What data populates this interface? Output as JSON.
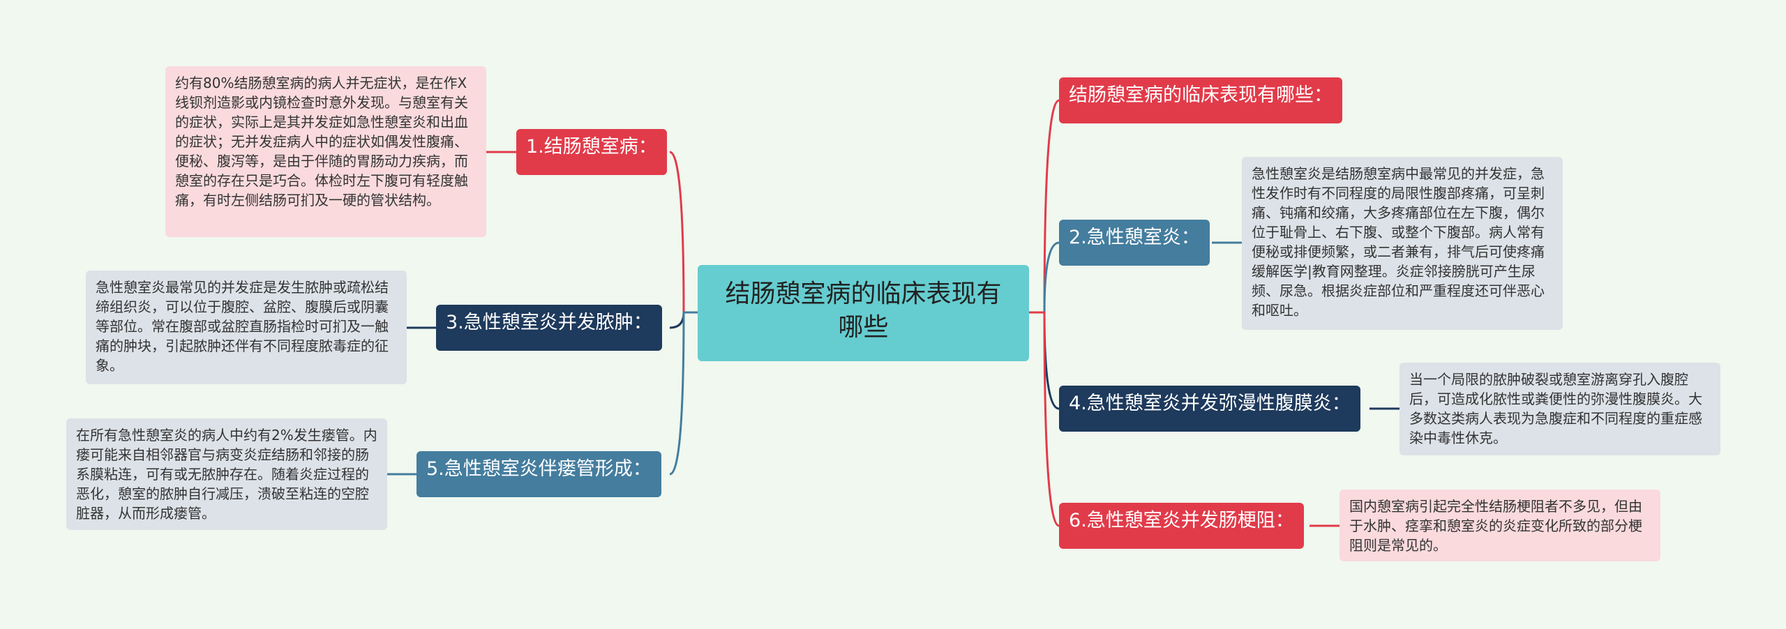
{
  "center": {
    "title": "结肠憩室病的临床表现有哪些"
  },
  "left": [
    {
      "label": "1.结肠憩室病：",
      "detail": "约有80%结肠憩室病的病人并无症状，是在作X线钡剂造影或内镜检查时意外发现。与憩室有关的症状，实际上是其并发症如急性憩室炎和出血的症状；无并发症病人中的症状如偶发性腹痛、便秘、腹泻等，是由于伴随的胃肠动力疾病，而憩室的存在只是巧合。体检时左下腹可有轻度触痛，有时左侧结肠可扪及一硬的管状结构。"
    },
    {
      "label": "3.急性憩室炎并发脓肿：",
      "detail": "急性憩室炎最常见的并发症是发生脓肿或疏松结缔组织炎，可以位于腹腔、盆腔、腹膜后或阴囊等部位。常在腹部或盆腔直肠指检时可扪及一触痛的肿块，引起脓肿还伴有不同程度脓毒症的征象。"
    },
    {
      "label": "5.急性憩室炎伴瘘管形成：",
      "detail": "在所有急性憩室炎的病人中约有2%发生瘘管。内瘘可能来自相邻器官与病变炎症结肠和邻接的肠系膜粘连，可有或无脓肿存在。随着炎症过程的恶化，憩室的脓肿自行减压，溃破至粘连的空腔脏器，从而形成瘘管。"
    }
  ],
  "right": [
    {
      "label": "结肠憩室病的临床表现有哪些："
    },
    {
      "label": "2.急性憩室炎：",
      "detail": "急性憩室炎是结肠憩室病中最常见的并发症，急性发作时有不同程度的局限性腹部疼痛，可呈刺痛、钝痛和绞痛，大多疼痛部位在左下腹，偶尔位于耻骨上、右下腹、或整个下腹部。病人常有便秘或排便频繁，或二者兼有，排气后可使疼痛缓解医学|教育网整理。炎症邻接膀胱可产生尿频、尿急。根据炎症部位和严重程度还可伴恶心和呕吐。"
    },
    {
      "label": "4.急性憩室炎并发弥漫性腹膜炎：",
      "detail": "当一个局限的脓肿破裂或憩室游离穿孔入腹腔后，可造成化脓性或粪便性的弥漫性腹膜炎。大多数这类病人表现为急腹症和不同程度的重症感染中毒性休克。"
    },
    {
      "label": "6.急性憩室炎并发肠梗阻：",
      "detail": "国内憩室病引起完全性结肠梗阻者不多见，但由于水肿、痉挛和憩室炎的炎症变化所致的部分梗阻则是常见的。"
    }
  ],
  "colors": {
    "background": "#f0f8ef",
    "center": "#65cdd0",
    "red": "#e13b4a",
    "navy": "#1e3a5c",
    "steel": "#447d9e",
    "pink_note": "#fadadd",
    "grey_note": "#dde2e8"
  }
}
